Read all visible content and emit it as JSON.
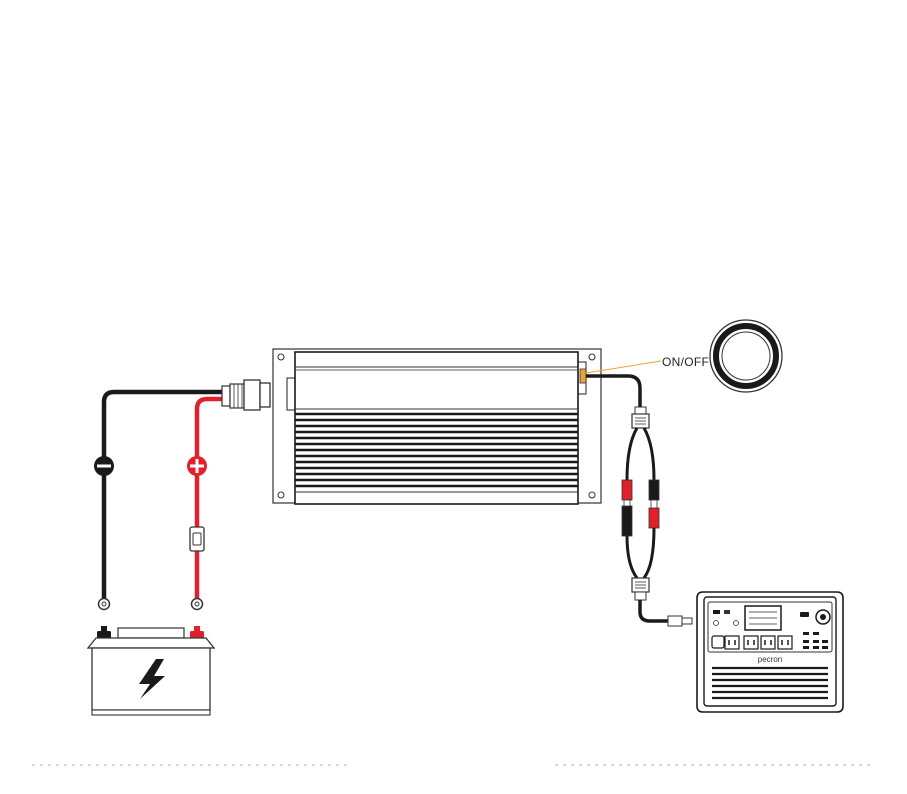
{
  "switch_label": "ON/OFF",
  "station_brand": "pecron",
  "colors": {
    "negative_wire": "#1a1a1a",
    "positive_wire": "#e0202a",
    "label_leader": "#e8a23a",
    "outline": "#333333"
  },
  "icons": {
    "negative_marker": "minus-circle",
    "positive_marker": "plus-circle",
    "battery_symbol": "lightning-bolt"
  }
}
